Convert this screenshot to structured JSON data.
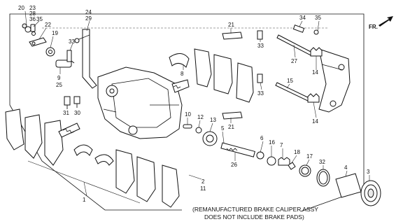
{
  "direction_label": "FR.",
  "footnote": {
    "line1": "(REMANUFACTURED BRAKE CALIPER ASSY",
    "line2": "DOES NOT INCLUDE BRAKE PADS)"
  },
  "callouts": [
    {
      "key": "c20",
      "text": "20"
    },
    {
      "key": "c23",
      "text": "23"
    },
    {
      "key": "c28",
      "text": "28"
    },
    {
      "key": "c36",
      "text": "36"
    },
    {
      "key": "c35a",
      "text": "35"
    },
    {
      "key": "c22",
      "text": "22"
    },
    {
      "key": "c19",
      "text": "19"
    },
    {
      "key": "c24",
      "text": "24"
    },
    {
      "key": "c29",
      "text": "29"
    },
    {
      "key": "c33a",
      "text": "33"
    },
    {
      "key": "c9",
      "text": "9"
    },
    {
      "key": "c25",
      "text": "25"
    },
    {
      "key": "c31",
      "text": "31"
    },
    {
      "key": "c30",
      "text": "30"
    },
    {
      "key": "c21a",
      "text": "21"
    },
    {
      "key": "c33b",
      "text": "33"
    },
    {
      "key": "c8",
      "text": "8"
    },
    {
      "key": "c34",
      "text": "34"
    },
    {
      "key": "c35b",
      "text": "35"
    },
    {
      "key": "c27",
      "text": "27"
    },
    {
      "key": "c14a",
      "text": "14"
    },
    {
      "key": "c33c",
      "text": "33"
    },
    {
      "key": "c15",
      "text": "15"
    },
    {
      "key": "c14b",
      "text": "14"
    },
    {
      "key": "c10",
      "text": "10"
    },
    {
      "key": "c12",
      "text": "12"
    },
    {
      "key": "c13",
      "text": "13"
    },
    {
      "key": "c5",
      "text": "5"
    },
    {
      "key": "c21b",
      "text": "21"
    },
    {
      "key": "c6",
      "text": "6"
    },
    {
      "key": "c16",
      "text": "16"
    },
    {
      "key": "c7",
      "text": "7"
    },
    {
      "key": "c26",
      "text": "26"
    },
    {
      "key": "c18",
      "text": "18"
    },
    {
      "key": "c17",
      "text": "17"
    },
    {
      "key": "c32",
      "text": "32"
    },
    {
      "key": "c4",
      "text": "4"
    },
    {
      "key": "c3",
      "text": "3"
    },
    {
      "key": "c2",
      "text": "2"
    },
    {
      "key": "c11",
      "text": "11"
    },
    {
      "key": "c1",
      "text": "1"
    }
  ]
}
